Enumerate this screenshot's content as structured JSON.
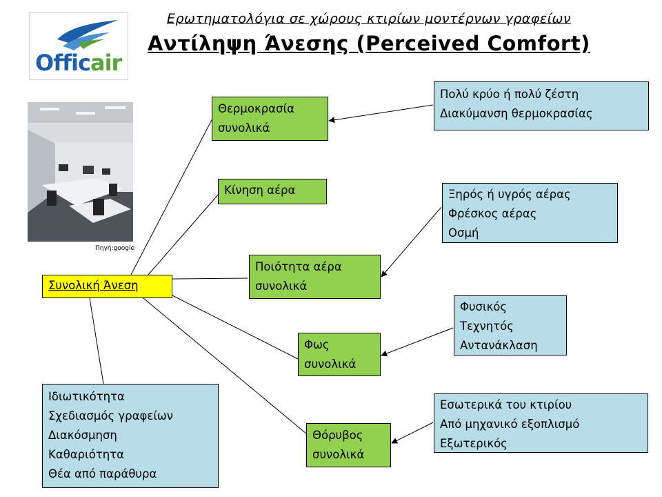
{
  "header": {
    "subtitle": "Ερωτηματολόγια σε χώρους κτιρίων μοντέρνων γραφείων",
    "title": "Αντίληψη Άνεσης (Perceived Comfort)"
  },
  "logo": {
    "text_offic": "Offic",
    "text_air": "air"
  },
  "photo": {
    "source": "Πηγή:google"
  },
  "center": {
    "label": "Συνολική Άνεση"
  },
  "categories": {
    "temperature": [
      "Θερμοκρασία",
      "συνολικά"
    ],
    "air_movement": [
      "Κίνηση αέρα"
    ],
    "air_quality": [
      "Ποιότητα αέρα",
      "συνολικά"
    ],
    "light": [
      "Φως",
      "συνολικά"
    ],
    "noise": [
      "Θόρυβος",
      "συνολικά"
    ]
  },
  "details": {
    "temperature": [
      "Πολύ κρύο ή πολύ ζέστη",
      "Διακύμανση θερμοκρασίας"
    ],
    "air_quality": [
      "Ξηρός ή υγρός αέρας",
      "Φρέσκος αέρας",
      "Οσμή"
    ],
    "light": [
      "Φυσικός",
      "Τεχνητός",
      "Αντανάκλαση"
    ],
    "noise": [
      "Εσωτερικά του κτιρίου",
      "Από μηχανικό εξοπλισμό",
      "Εξωτερικός"
    ],
    "other": [
      "Ιδιωτικότητα",
      "Σχεδιασμός γραφείων",
      "Διακόσμηση",
      "Καθαριότητα",
      "Θέα από παράθυρα"
    ]
  },
  "colors": {
    "category": "#92d050",
    "detail": "#b7dde8",
    "center": "#ffff00"
  }
}
